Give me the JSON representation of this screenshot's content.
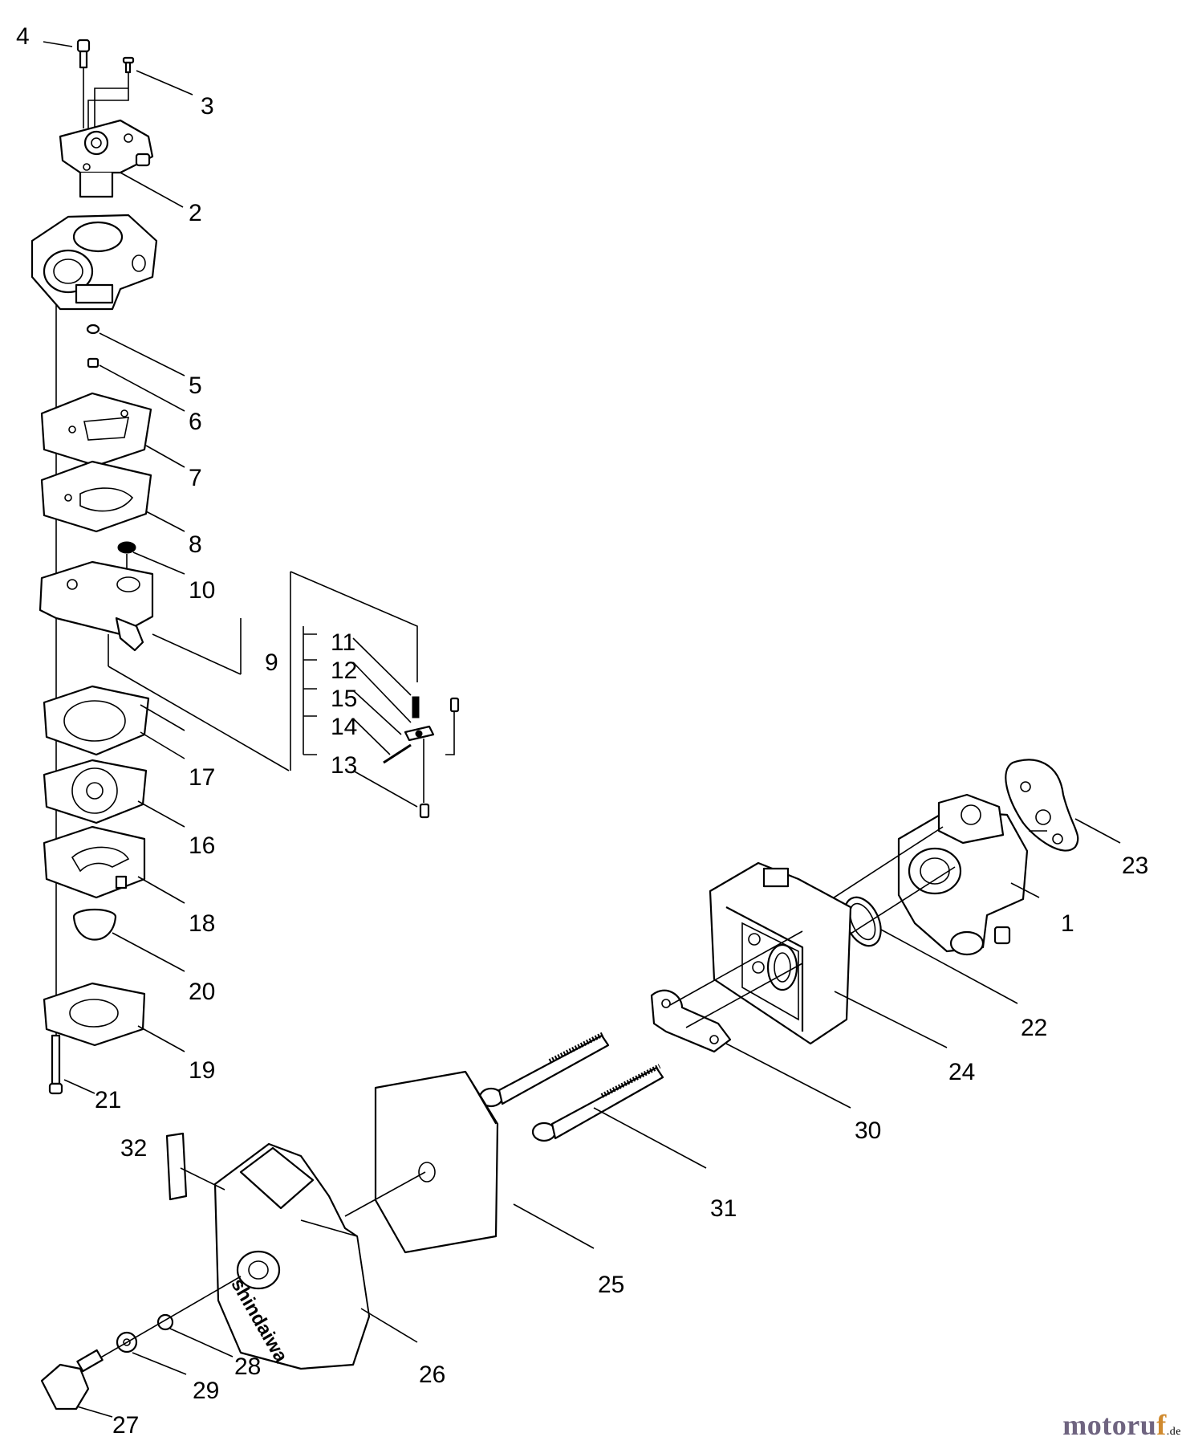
{
  "callouts": [
    "1",
    "2",
    "3",
    "4",
    "5",
    "6",
    "7",
    "8",
    "9",
    "10",
    "11",
    "12",
    "13",
    "14",
    "15",
    "16",
    "17",
    "18",
    "19",
    "20",
    "21",
    "22",
    "23",
    "24",
    "25",
    "26",
    "27",
    "28",
    "29",
    "30",
    "31",
    "32"
  ],
  "brand_text": "shindaiwa",
  "watermark": {
    "text": "motoruf",
    "suffix": ".de",
    "color": "#6f6480",
    "accent": "#d08a2e"
  },
  "icons": [
    "exploded-carburetor-diagram",
    "air-filter-cover",
    "screw",
    "gasket",
    "spring"
  ]
}
